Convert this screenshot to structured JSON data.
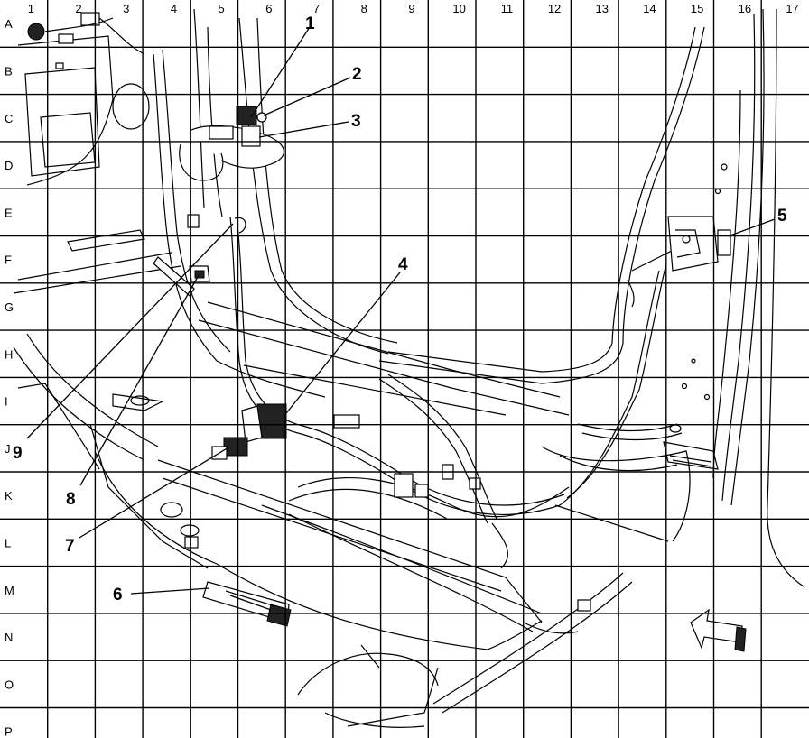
{
  "columns": [
    "1",
    "2",
    "3",
    "4",
    "5",
    "6",
    "7",
    "8",
    "9",
    "10",
    "11",
    "12",
    "13",
    "14",
    "15",
    "16",
    "17"
  ],
  "rows": [
    "A",
    "B",
    "C",
    "D",
    "E",
    "F",
    "G",
    "H",
    "I",
    "J",
    "K",
    "L",
    "M",
    "N",
    "O",
    "P"
  ],
  "callouts": [
    "1",
    "2",
    "3",
    "4",
    "5",
    "6",
    "7",
    "8",
    "9"
  ]
}
